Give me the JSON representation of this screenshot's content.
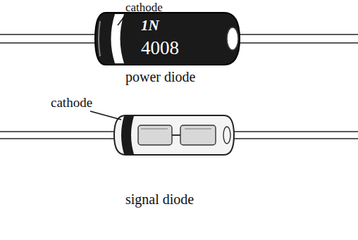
{
  "diagram": {
    "labels": [
      "cathode",
      "1N",
      "4008",
      "power diode",
      "cathode",
      "signal diode"
    ]
  }
}
